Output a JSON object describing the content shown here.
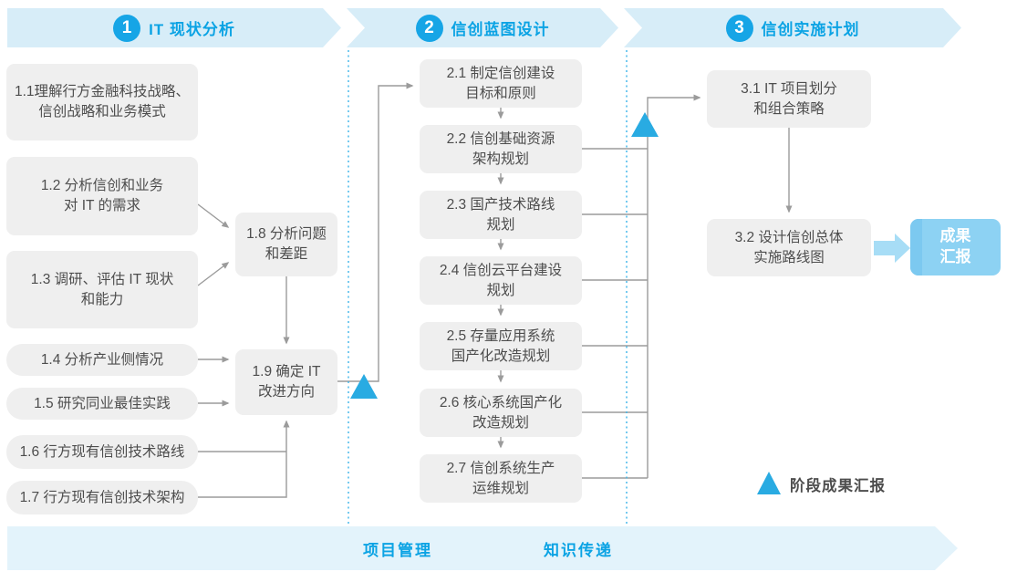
{
  "colors": {
    "accent_blue": "#0BA3E4",
    "banner_bg": "#D7EDF8",
    "bottom_banner_bg": "#E3F3FB",
    "node_bg": "#EFEFEF",
    "node_text": "#4D4D4D",
    "connector_gray": "#9B9B9B",
    "milestone_triangle": "#29ABE2",
    "result_box_bg": "#8DD2F3"
  },
  "phases": [
    {
      "number": "1",
      "title": "IT 现状分析"
    },
    {
      "number": "2",
      "title": "信创蓝图设计"
    },
    {
      "number": "3",
      "title": "信创实施计划"
    }
  ],
  "phase1": {
    "boxes": [
      {
        "lines": [
          "1.1理解行方金融科技战略、",
          "信创战略和业务模式"
        ]
      },
      {
        "lines": [
          "1.2 分析信创和业务",
          "对 IT 的需求"
        ]
      },
      {
        "lines": [
          "1.3 调研、评估 IT 现状",
          "和能力"
        ]
      }
    ],
    "pills": [
      {
        "label": "1.4 分析产业侧情况"
      },
      {
        "label": "1.5 研究同业最佳实践"
      },
      {
        "label": "1.6 行方现有信创技术路线"
      },
      {
        "label": "1.7 行方现有信创技术架构"
      }
    ],
    "gap_box": {
      "lines": [
        "1.8 分析问题",
        "和差距"
      ]
    },
    "direction_box": {
      "lines": [
        "1.9 确定 IT",
        "改进方向"
      ]
    }
  },
  "phase2": {
    "steps": [
      {
        "lines": [
          "2.1 制定信创建设",
          "目标和原则"
        ]
      },
      {
        "lines": [
          "2.2 信创基础资源",
          "架构规划"
        ]
      },
      {
        "lines": [
          "2.3 国产技术路线",
          "规划"
        ]
      },
      {
        "lines": [
          "2.4 信创云平台建设",
          "规划"
        ]
      },
      {
        "lines": [
          "2.5 存量应用系统",
          "国产化改造规划"
        ]
      },
      {
        "lines": [
          "2.6 核心系统国产化",
          "改造规划"
        ]
      },
      {
        "lines": [
          "2.7 信创系统生产",
          "运维规划"
        ]
      }
    ]
  },
  "phase3": {
    "steps": [
      {
        "lines": [
          "3.1 IT 项目划分",
          "和组合策略"
        ]
      },
      {
        "lines": [
          "3.2 设计信创总体",
          "实施路线图"
        ]
      }
    ],
    "result": {
      "lines": [
        "成果",
        "汇报"
      ]
    }
  },
  "legend": {
    "label": "阶段成果汇报"
  },
  "bottom_banner": {
    "items": [
      {
        "label": "项目管理"
      },
      {
        "label": "知识传递"
      }
    ]
  }
}
